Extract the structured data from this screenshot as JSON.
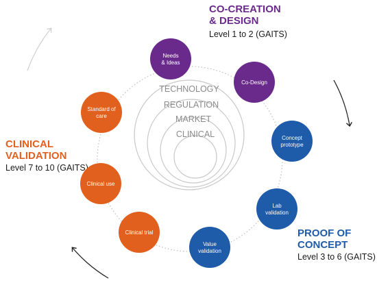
{
  "colors": {
    "purple": "#6a2a8c",
    "blue": "#1e5ba8",
    "orange": "#e2601e",
    "ring": "#c8c8c8",
    "ring_text": "#8a8a8a",
    "arrow": "#222222",
    "arrow_faded": "#d2d2d2",
    "subtitle": "#1a1a1a"
  },
  "phases": {
    "co_creation": {
      "title_line1": "CO-CREATION",
      "title_line2": "& DESIGN",
      "subtitle": "Level 1 to 2 (GAITS)",
      "color": "purple"
    },
    "proof_of_concept": {
      "title_line1": "PROOF OF",
      "title_line2": "CONCEPT",
      "subtitle": "Level 3 to 6 (GAITS)",
      "color": "blue"
    },
    "clinical_validation": {
      "title_line1": "CLINICAL",
      "title_line2": "VALIDATION",
      "subtitle": "Level 7 to 10 (GAITS)",
      "color": "orange"
    }
  },
  "rings": [
    "TECHNOLOGY",
    "REGULATION",
    "MARKET",
    "CLINICAL"
  ],
  "nodes": [
    {
      "id": "needs-ideas",
      "lines": [
        "Needs",
        "& Ideas"
      ],
      "color": "purple"
    },
    {
      "id": "co-design",
      "lines": [
        "Co-Design"
      ],
      "color": "purple"
    },
    {
      "id": "concept-prototype",
      "lines": [
        "Concept",
        "prototype"
      ],
      "color": "blue"
    },
    {
      "id": "lab-validation",
      "lines": [
        "Lab",
        "validation"
      ],
      "color": "blue"
    },
    {
      "id": "value-validation",
      "lines": [
        "Value",
        "validation"
      ],
      "color": "blue"
    },
    {
      "id": "clinical-trial",
      "lines": [
        "Clinical trial"
      ],
      "color": "orange"
    },
    {
      "id": "clinical-use",
      "lines": [
        "Clinical use"
      ],
      "color": "orange"
    },
    {
      "id": "standard-of-care",
      "lines": [
        "Standard of",
        "care"
      ],
      "color": "orange"
    }
  ]
}
